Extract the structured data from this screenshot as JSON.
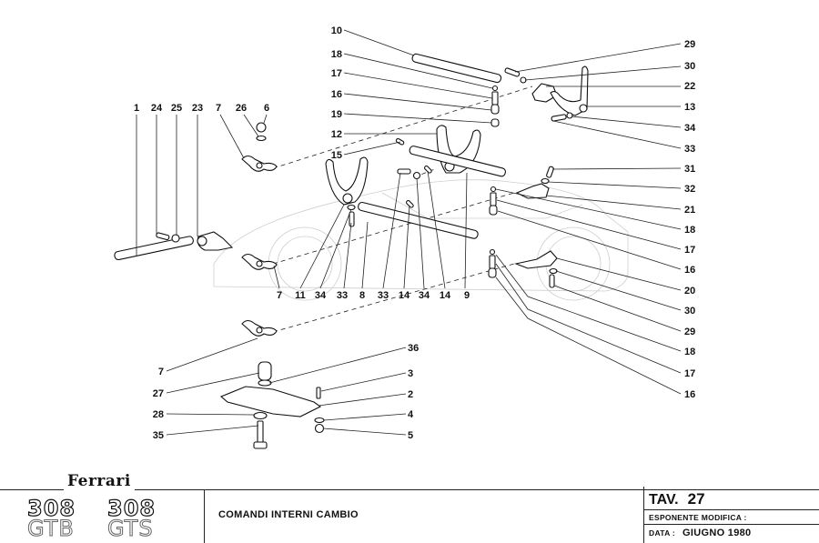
{
  "document": {
    "brand": "Ferrari",
    "models": [
      {
        "number": "308",
        "variant": "GTB"
      },
      {
        "number": "308",
        "variant": "GTS"
      }
    ],
    "description": "COMANDI INTERNI CAMBIO",
    "table_label": "TAV.",
    "table_number": "27",
    "revision_label": "ESPONENTE MODIFICA :",
    "revision_value": "",
    "date_label": "DATA :",
    "date_value": "GIUGNO 1980"
  },
  "callouts": {
    "top_center": [
      "10",
      "18",
      "17",
      "16",
      "19",
      "12",
      "15"
    ],
    "top_left": [
      "1",
      "24",
      "25",
      "23",
      "7",
      "26",
      "6"
    ],
    "right_upper": [
      "29",
      "30",
      "22",
      "13",
      "34",
      "33"
    ],
    "right_middle": [
      "31",
      "32",
      "21",
      "18",
      "17",
      "16",
      "20",
      "30",
      "29",
      "18",
      "17",
      "16"
    ],
    "bottom_row": [
      "7",
      "11",
      "34",
      "33",
      "8",
      "33",
      "14",
      "34",
      "14",
      "9"
    ],
    "lower_left": [
      "7",
      "27",
      "28",
      "35"
    ],
    "lower_right": [
      "36",
      "3",
      "2",
      "4",
      "5"
    ]
  }
}
